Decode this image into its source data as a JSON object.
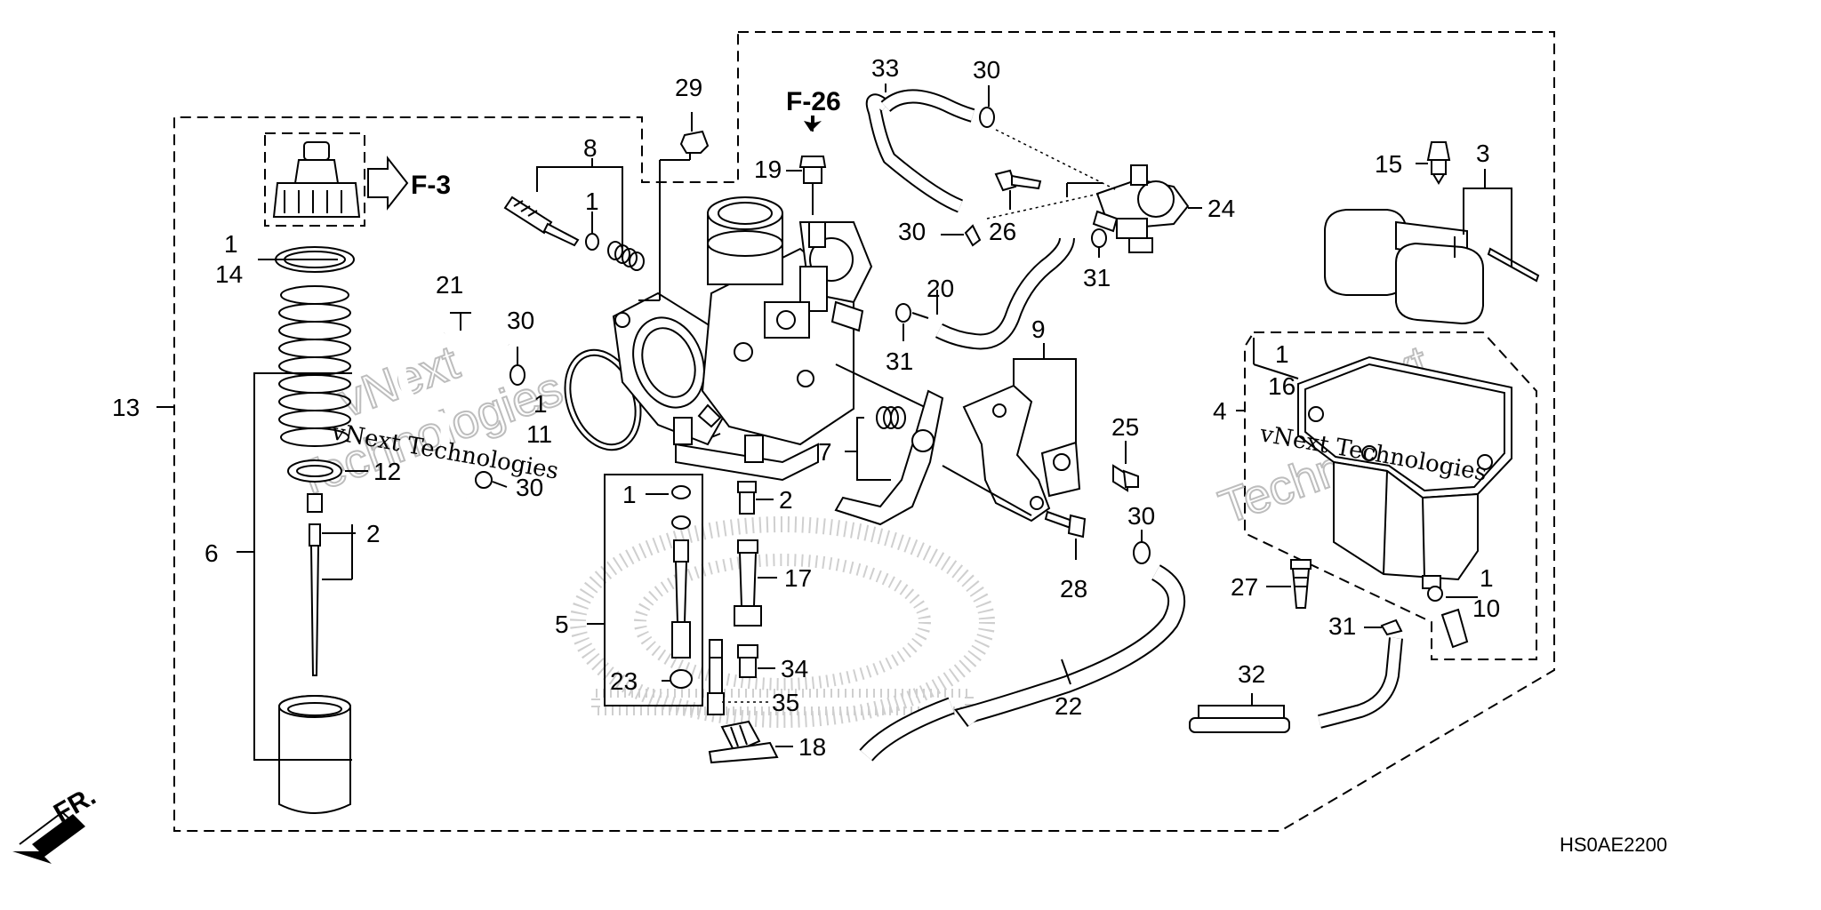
{
  "diagram": {
    "diagram_code": "HS0AE2200",
    "front_marker": "FR.",
    "references": {
      "f3": "F-3",
      "f26": "F-26"
    },
    "watermarks": {
      "vnext_left": "vNext Technologies",
      "vnext_right": "vNext Technologies",
      "big_left_1": "vNext",
      "big_left_2": "Technologies",
      "big_right_1": "vNext",
      "big_right_2": "Technologies"
    },
    "callouts": {
      "c29": "29",
      "c33": "33",
      "c30a": "30",
      "c8": "8",
      "c1a": "1",
      "c19": "19",
      "c30b": "30",
      "c26": "26",
      "c24": "24",
      "c31a": "31",
      "c20": "20",
      "c31b": "31",
      "c15": "15",
      "c3": "3",
      "c1b": "1",
      "c14": "14",
      "c21": "21",
      "c30c": "30",
      "c1c": "1",
      "c11": "11",
      "c13": "13",
      "c12": "12",
      "c30d": "30",
      "c2a": "2",
      "c6": "6",
      "c1d": "1",
      "c2b": "2",
      "c7": "7",
      "c9": "9",
      "c25": "25",
      "c30e": "30",
      "c28": "28",
      "c1e": "1",
      "c16": "16",
      "c4": "4",
      "c17": "17",
      "c5": "5",
      "c23": "23",
      "c34": "34",
      "c35": "35",
      "c18": "18",
      "c22": "22",
      "c27": "27",
      "c1f": "1",
      "c10": "10",
      "c31c": "31",
      "c32": "32"
    },
    "icons": {
      "front_arrow": "front-arrow-icon",
      "up_arrow": "up-arrow-icon",
      "right_arrow": "hollow-right-arrow-icon"
    }
  }
}
